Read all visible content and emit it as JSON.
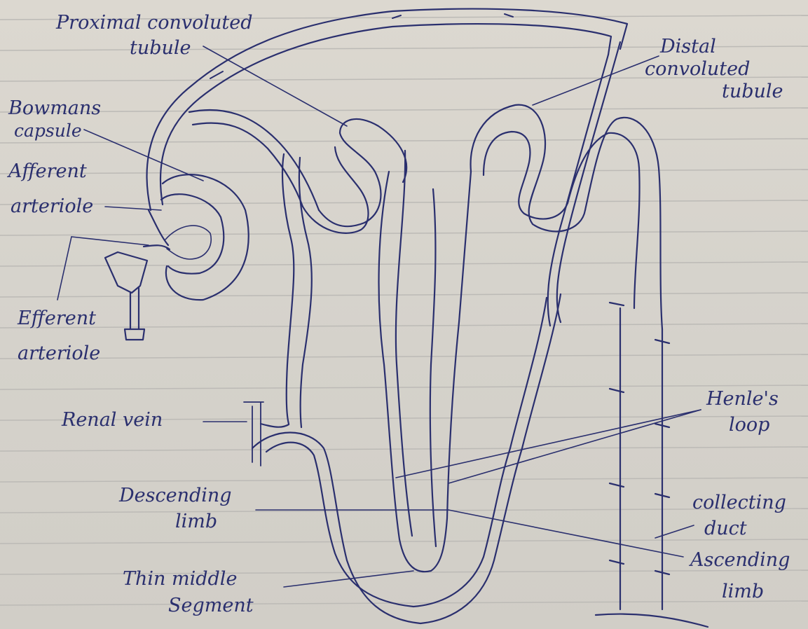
{
  "labels": {
    "pct": [
      "Proximal convoluted",
      "tubule"
    ],
    "bowman": [
      "Bowmans",
      "capsule"
    ],
    "afferent": [
      "Afferent",
      "arteriole"
    ],
    "efferent": [
      "Efferent",
      "arteriole"
    ],
    "renal_vein": "Renal vein",
    "descending": [
      "Descending",
      "limb"
    ],
    "thin": [
      "Thin middle",
      "Segment"
    ],
    "dct": [
      "Distal",
      "convoluted",
      "tubule"
    ],
    "henle": [
      "Henle's",
      "loop"
    ],
    "collecting": [
      "collecting",
      "duct"
    ],
    "ascending": [
      "Ascending",
      "limb"
    ]
  },
  "colors": {
    "ink": "#2a2f6e",
    "paper": "#d8d5ce",
    "ruling": "#bcbab6"
  }
}
